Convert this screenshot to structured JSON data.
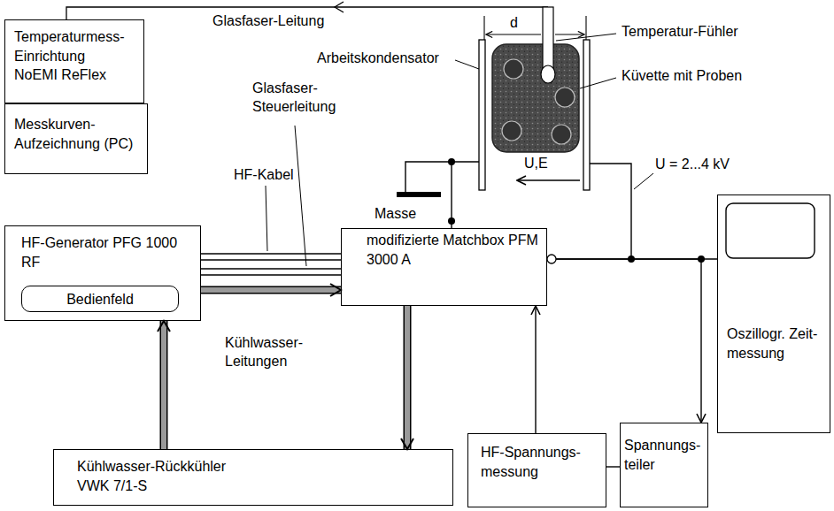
{
  "diagram": {
    "nodes": [
      {
        "text": [
          "Temperaturmess- Einrichtung NoEMI ReFlex"
        ]
      },
      {
        "text": [
          "Messkurven- Aufzeichnung (PC)"
        ]
      },
      {
        "text": [
          "HF-Generator PFG 1000 RF"
        ]
      },
      {
        "text": [
          "Bedienfeld"
        ],
        "in": 2
      },
      {
        "text": [
          "modifizierte Matchbox PFM 3000 A"
        ]
      },
      {
        "text": [
          "Kühlwasser-Rückkühler VWK 7/1-S"
        ]
      },
      {
        "text": [
          "HF-Spannungs- messung"
        ]
      },
      {
        "text": [
          "Spannungs- teiler"
        ]
      },
      {
        "text": [
          "Oszillogr. Zeit- messung"
        ]
      }
    ],
    "edges": [
      {
        "from": 2,
        "to": 4,
        "arrow": "none"
      },
      {
        "from": 2,
        "to": 4,
        "arrow": "none"
      },
      {
        "from": 2,
        "to": 4,
        "arrow": "none"
      },
      {
        "from": 2,
        "to": 4,
        "arrow": "none"
      },
      {
        "from": 2,
        "to": 4,
        "arrow": "to"
      },
      {
        "from": 5,
        "to": 2,
        "arrow": "to"
      },
      {
        "from": 4,
        "to": 5,
        "arrow": "to"
      },
      {
        "from": 6,
        "to": 4,
        "arrow": "to"
      },
      {
        "from": 7,
        "to": 6,
        "arrow": "none"
      },
      {
        "from": 4,
        "to": 8,
        "arrow": "none"
      },
      {
        "from": 4,
        "to": 7,
        "arrow": "to"
      }
    ],
    "labels": [
      "Glasfaser-Leitung",
      "d",
      "Temperatur-Fühler",
      "Arbeitskondensator",
      "Küvette mit Proben",
      "Glasfaser- Steuerleitung",
      "U = 2...4 kV",
      "Masse",
      "U,E",
      "HF-Kabel",
      "Kühlwasser- Leitungen"
    ]
  }
}
